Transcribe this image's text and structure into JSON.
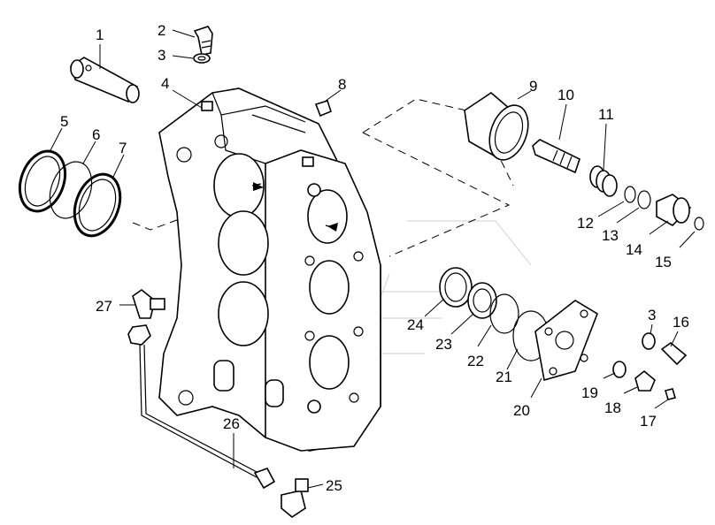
{
  "callouts": [
    {
      "id": "1",
      "label": "1"
    },
    {
      "id": "2",
      "label": "2"
    },
    {
      "id": "3a",
      "label": "3"
    },
    {
      "id": "4",
      "label": "4"
    },
    {
      "id": "5",
      "label": "5"
    },
    {
      "id": "6",
      "label": "6"
    },
    {
      "id": "7",
      "label": "7"
    },
    {
      "id": "8",
      "label": "8"
    },
    {
      "id": "9",
      "label": "9"
    },
    {
      "id": "10",
      "label": "10"
    },
    {
      "id": "11",
      "label": "11"
    },
    {
      "id": "12",
      "label": "12"
    },
    {
      "id": "13",
      "label": "13"
    },
    {
      "id": "14",
      "label": "14"
    },
    {
      "id": "15",
      "label": "15"
    },
    {
      "id": "3b",
      "label": "3"
    },
    {
      "id": "16",
      "label": "16"
    },
    {
      "id": "17",
      "label": "17"
    },
    {
      "id": "18",
      "label": "18"
    },
    {
      "id": "19",
      "label": "19"
    },
    {
      "id": "20",
      "label": "20"
    },
    {
      "id": "21",
      "label": "21"
    },
    {
      "id": "22",
      "label": "22"
    },
    {
      "id": "23",
      "label": "23"
    },
    {
      "id": "24",
      "label": "24"
    },
    {
      "id": "25",
      "label": "25"
    },
    {
      "id": "26",
      "label": "26"
    },
    {
      "id": "27",
      "label": "27"
    }
  ]
}
